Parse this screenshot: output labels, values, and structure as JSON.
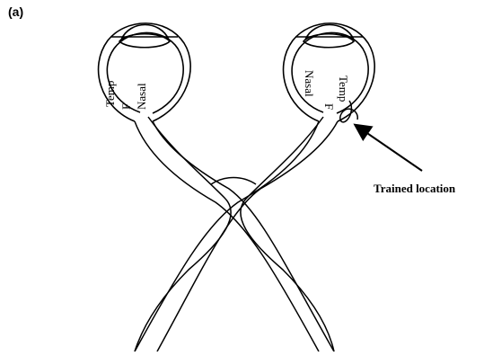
{
  "figure": {
    "panel_label": "(a)",
    "left_eye": {
      "temporal_label": "Temp",
      "fovea_label": "F",
      "nasal_label": "Nasal"
    },
    "right_eye": {
      "nasal_label": "Nasal",
      "fovea_label": "F",
      "temporal_label": "Temp"
    },
    "annotation": "Trained location",
    "colors": {
      "stroke": "#000000",
      "background": "#ffffff"
    }
  }
}
